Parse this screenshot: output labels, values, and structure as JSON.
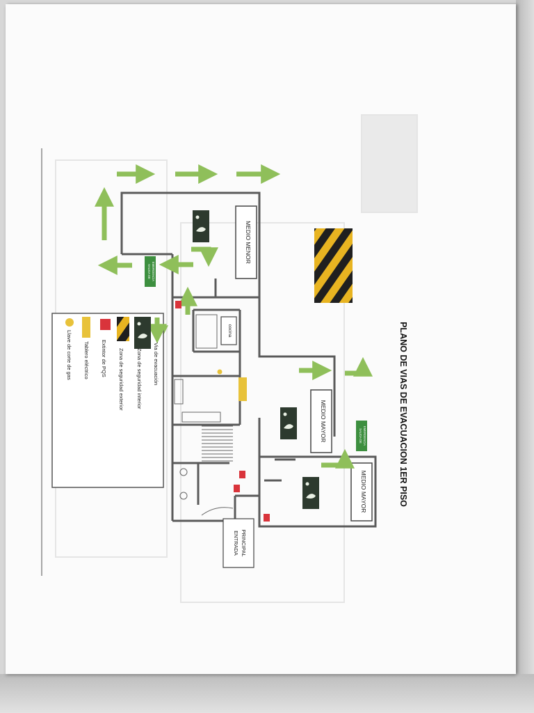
{
  "plan": {
    "title": "PLANO DE VIAS DE EVACUACION 1ER PISO",
    "zones": {
      "medio_menor": "MEDIO MENOR",
      "medio_mayor_1": "MEDIO MAYOR",
      "medio_mayor_2": "MEDIO MAYOR",
      "cocina": "cocina",
      "entrada": [
        "ENTRADA",
        "PRINCIPAL"
      ]
    },
    "exit_signs": {
      "salida_1": [
        "SALIDA DE",
        "EMERGENCIA"
      ],
      "salida_2": [
        "SALIDA DE",
        "EMERGENCIA"
      ]
    }
  },
  "legend": {
    "items": [
      {
        "icon": "green-arrow-icon",
        "label": "Via de evacuación"
      },
      {
        "icon": "safety-zone-interior-icon",
        "label": "Zona de seguridad interior"
      },
      {
        "icon": "safety-zone-exterior-icon",
        "label": "Zona de seguridad exterior"
      },
      {
        "icon": "fire-extinguisher-icon",
        "label": "Extintor de PQS"
      },
      {
        "icon": "electric-panel-icon",
        "label": "Tablero eléctrico"
      },
      {
        "icon": "gas-valve-icon",
        "label": "Llave de corte de gas"
      }
    ]
  },
  "colors": {
    "arrow": "#8fbf5a",
    "wall": "#555555",
    "exit_sign": "#3d8f3f",
    "safety_zone": "#2d3a2e",
    "hazard_yellow": "#e8b421",
    "extinguisher": "#d9343b",
    "panel": "#e8c23a"
  }
}
